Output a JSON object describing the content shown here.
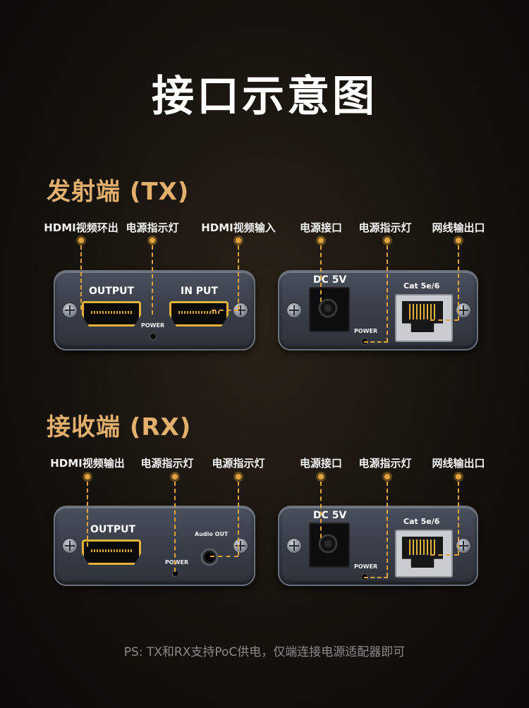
{
  "title": "接口示意图",
  "tx": {
    "heading": "发射端 (TX)",
    "labels": [
      "HDMI视频环出",
      "电源指示灯",
      "HDMI视频输入",
      "电源接口",
      "电源指示灯",
      "网线输出口"
    ],
    "front": {
      "output": "OUTPUT",
      "input": "IN PUT",
      "power": "POWER"
    },
    "back": {
      "dc": "DC 5V",
      "cat": "Cat 5e/6",
      "power": "POWER"
    }
  },
  "rx": {
    "heading": "接收端 (RX)",
    "labels": [
      "HDMI视频输出",
      "电源指示灯",
      "电源指示灯",
      "电源接口",
      "电源指示灯",
      "网线输出口"
    ],
    "front": {
      "output": "OUTPUT",
      "audio": "Audio OUT",
      "power": "POWER"
    },
    "back": {
      "dc": "DC 5V",
      "cat": "Cat 5e/6",
      "power": "POWER"
    }
  },
  "footnote": "PS: TX和RX支持PoC供电，仅端连接电源适配器即可",
  "colors": {
    "accent": "#e2a23c",
    "heading": "#e2b06c"
  }
}
